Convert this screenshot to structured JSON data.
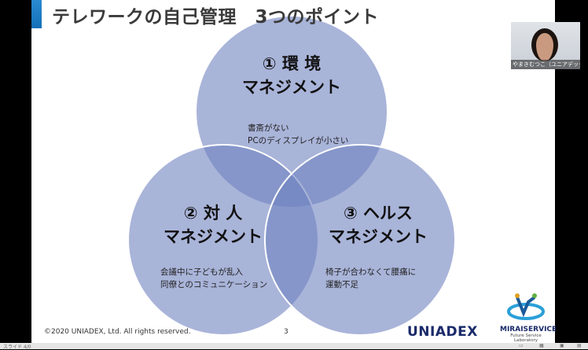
{
  "slide": {
    "title": "テレワークの自己管理　3つのポイント",
    "circles": [
      {
        "heading1": "① 環 境",
        "heading2": "マネジメント",
        "lines": [
          "書斎がない",
          "PCのディスプレイが小さい"
        ]
      },
      {
        "heading1": "② 対 人",
        "heading2": "マネジメント",
        "lines": [
          "会議中に子どもが乱入",
          "同僚とのコミュニケーション"
        ]
      },
      {
        "heading1": "③ ヘルス",
        "heading2": "マネジメント",
        "lines": [
          "椅子が合わなくて腰痛に",
          "運動不足"
        ]
      }
    ],
    "circle_color": "#6f82bf",
    "copyright": "©2020 UNIADEX, Ltd. All rights reserved.",
    "page_number": "3",
    "logo_uniadex": "UNIADEX",
    "logo_mirai": "MIRAISERVICE",
    "logo_mirai_sub": "Future Service Laboratory"
  },
  "webcam": {
    "caption": "やまきむつこ（ユニアデックス）"
  },
  "statusbar": {
    "left": "スライド 4/0"
  }
}
